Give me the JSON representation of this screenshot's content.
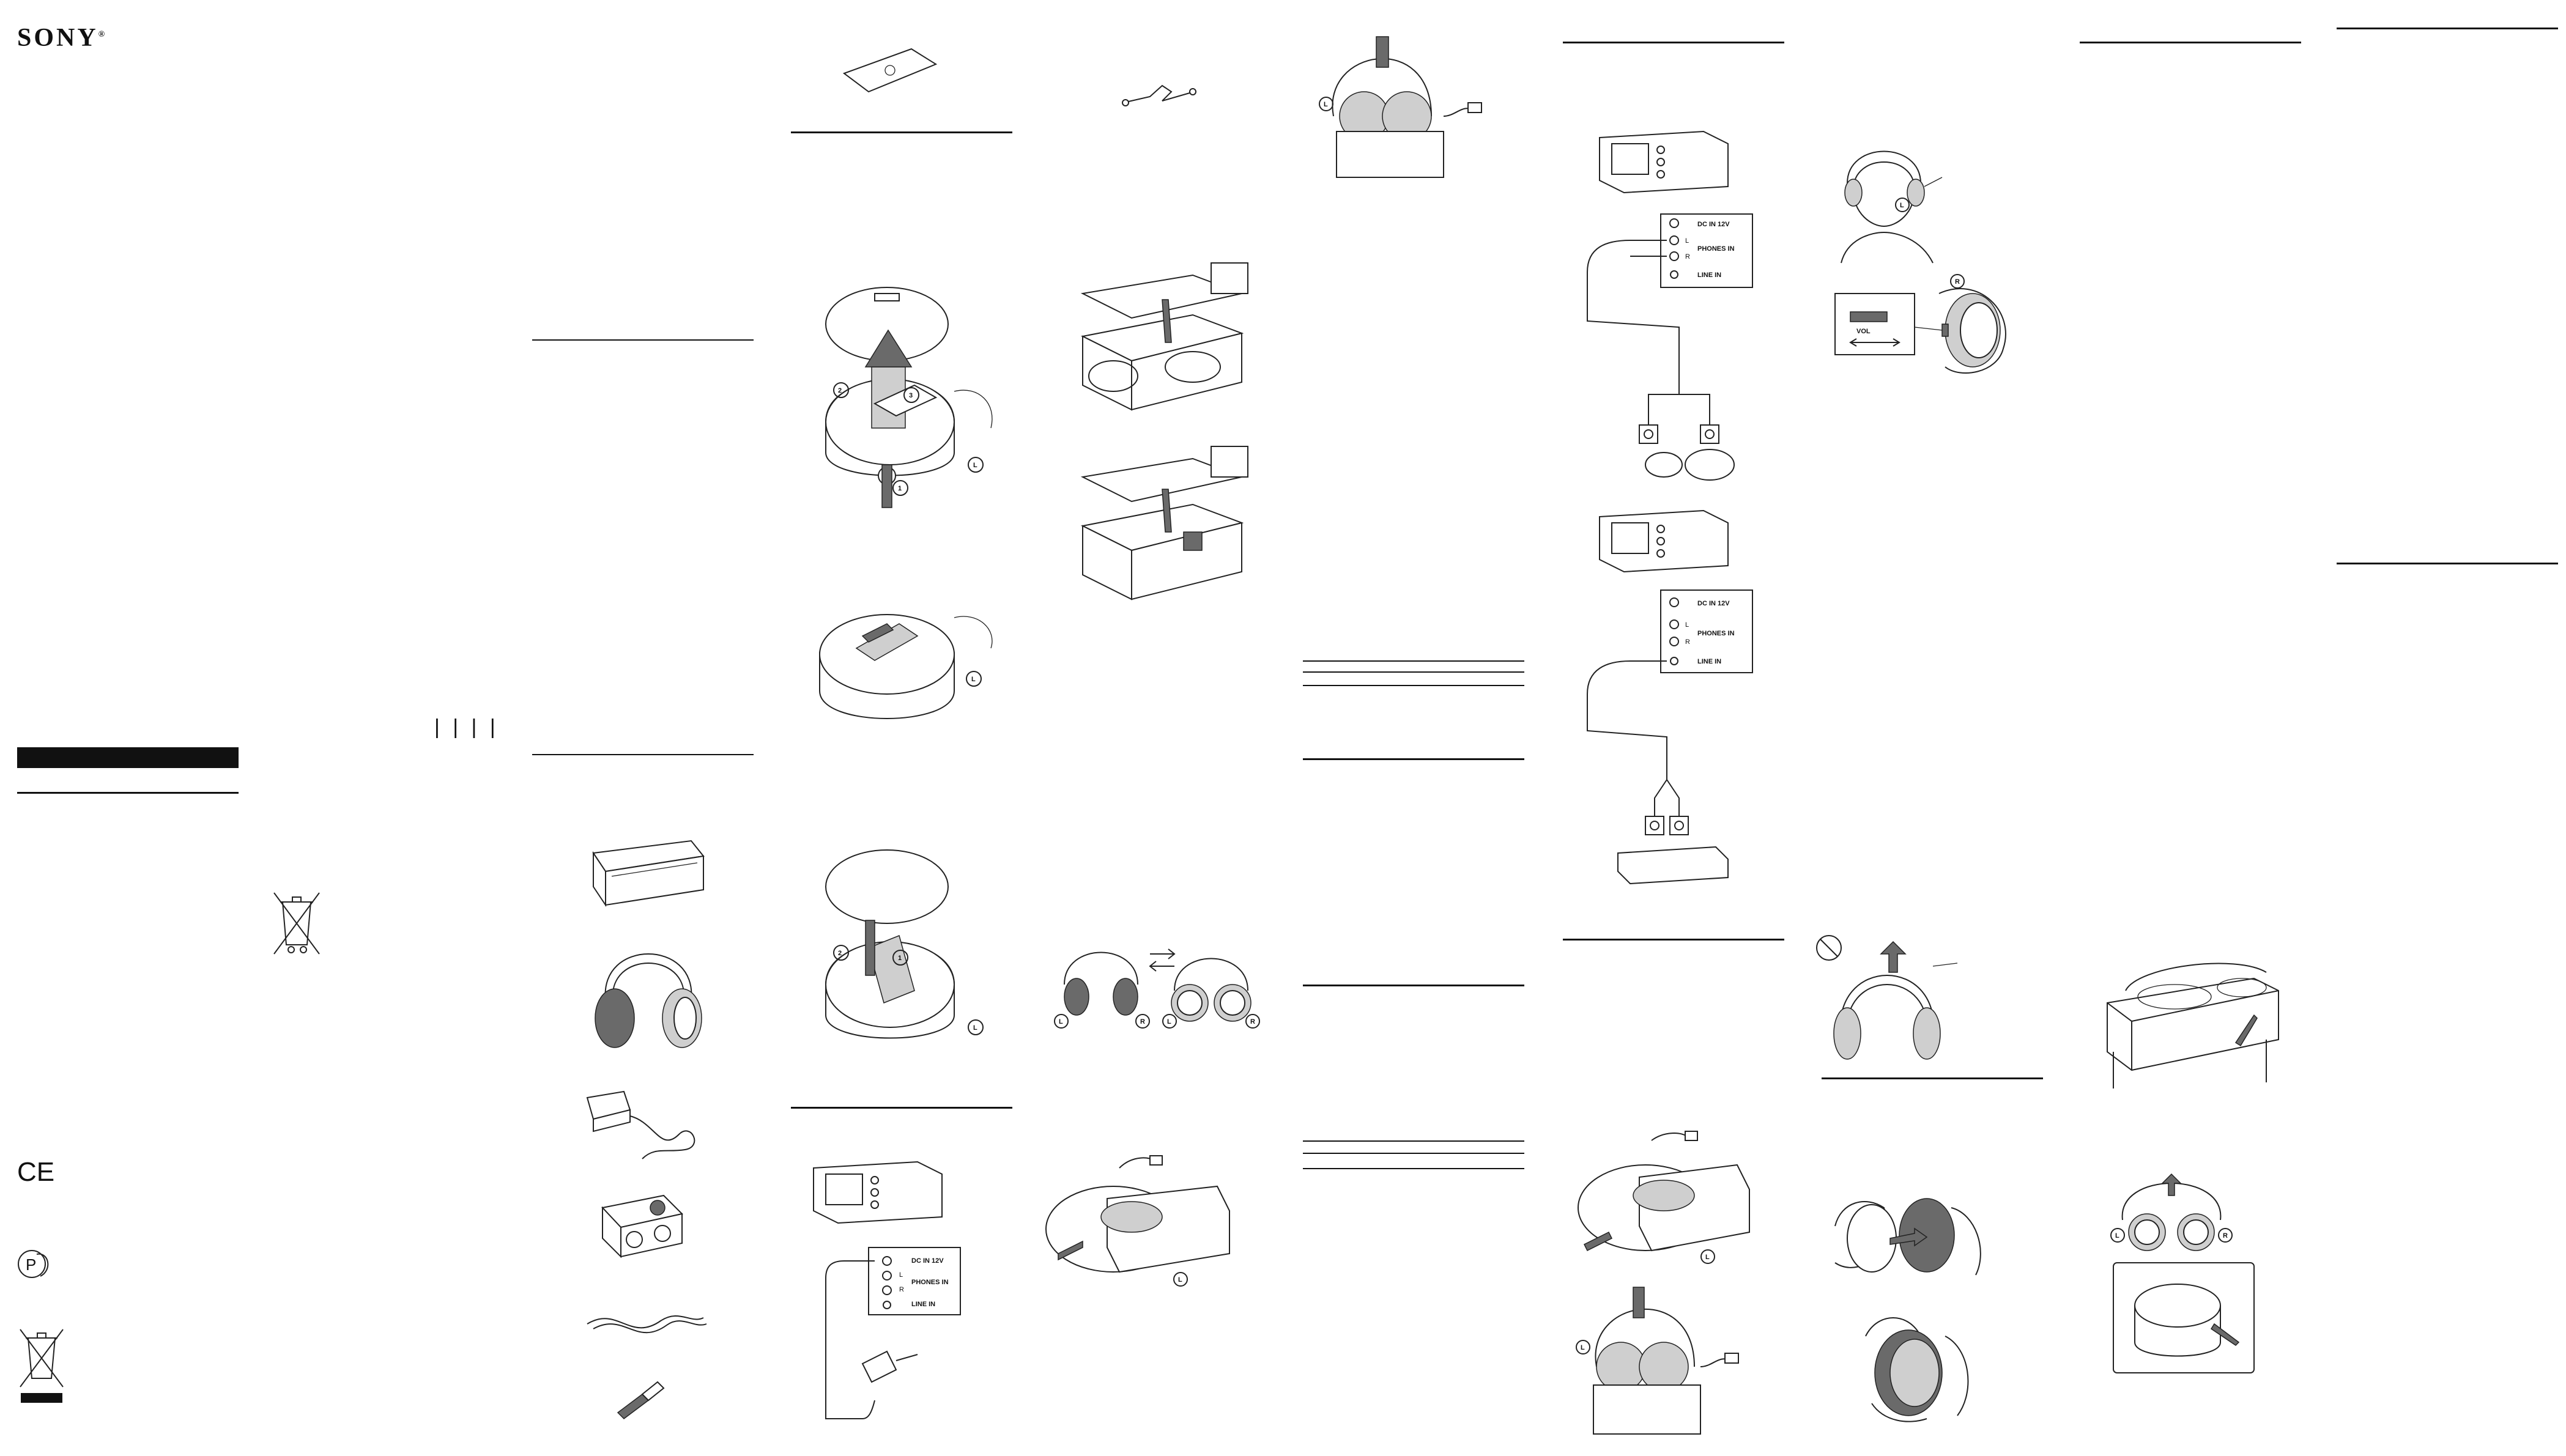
{
  "brand": {
    "name": "SONY",
    "mark": "®"
  },
  "marks": {
    "tally": "| | | |",
    "ce": "CE",
    "ear_left": "L",
    "ear_right": "R",
    "step_1": "1",
    "step_2": "2",
    "step_3": "3"
  },
  "panel": {
    "dc_in": "DC IN 12V",
    "phones_in": "PHONES IN",
    "line_in": "LINE IN",
    "ch_l": "L",
    "ch_r": "R",
    "vol": "VOL"
  }
}
